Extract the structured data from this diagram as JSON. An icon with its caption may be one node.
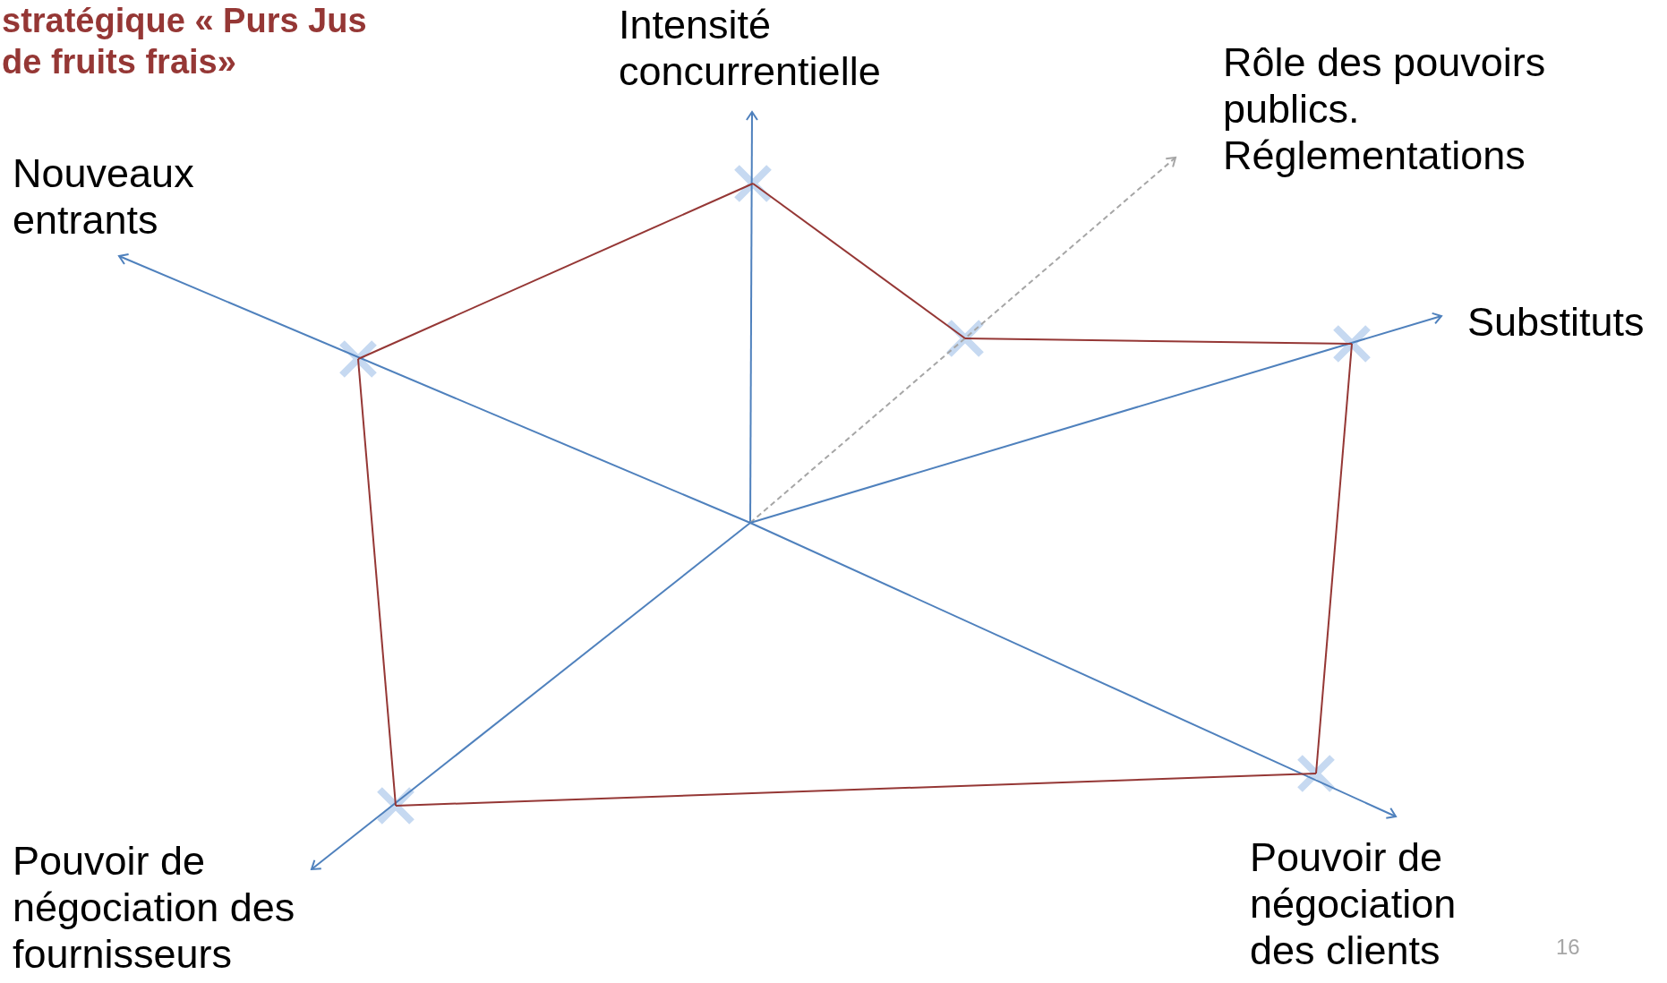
{
  "diagram": {
    "title": "stratégique « Purs Jus de fruits frais»",
    "nodes": [
      {
        "text": [
          "Intensité concurrentielle"
        ]
      },
      {
        "text": [
          "Rôle des pouvoirs publics. Réglementations"
        ]
      },
      {
        "text": [
          "Nouveaux entrants"
        ]
      },
      {
        "text": [
          "Substituts"
        ]
      },
      {
        "text": [
          "Pouvoir de négociation des fournisseurs"
        ]
      },
      {
        "text": [
          "Pouvoir de négociation des clients"
        ]
      },
      {
        "text": [],
        "shape": "cross"
      },
      {
        "text": [],
        "shape": "cross"
      },
      {
        "text": [],
        "shape": "cross"
      },
      {
        "text": [],
        "shape": "cross"
      },
      {
        "text": [],
        "shape": "cross"
      },
      {
        "text": [],
        "shape": "cross"
      }
    ],
    "edges": [
      {
        "from": null,
        "to": 0,
        "arrow": "to",
        "color": "#4f81bd"
      },
      {
        "from": null,
        "to": 1,
        "arrow": "to",
        "style": "dashed",
        "color": "#a6a6a6"
      },
      {
        "from": null,
        "to": 2,
        "arrow": "to",
        "color": "#4f81bd"
      },
      {
        "from": null,
        "to": 3,
        "arrow": "to",
        "color": "#4f81bd"
      },
      {
        "from": null,
        "to": 4,
        "arrow": "to",
        "color": "#4f81bd"
      },
      {
        "from": null,
        "to": 5,
        "arrow": "to",
        "color": "#4f81bd"
      },
      {
        "from": 9,
        "to": 6,
        "arrow": "none"
      },
      {
        "from": 6,
        "to": 7,
        "arrow": "none"
      },
      {
        "from": 7,
        "to": 8,
        "arrow": "none"
      },
      {
        "from": 8,
        "to": 10,
        "arrow": "none"
      },
      {
        "from": 10,
        "to": 11,
        "arrow": "none"
      },
      {
        "from": 11,
        "to": 9,
        "arrow": "none"
      }
    ],
    "labels": [
      "16"
    ]
  }
}
